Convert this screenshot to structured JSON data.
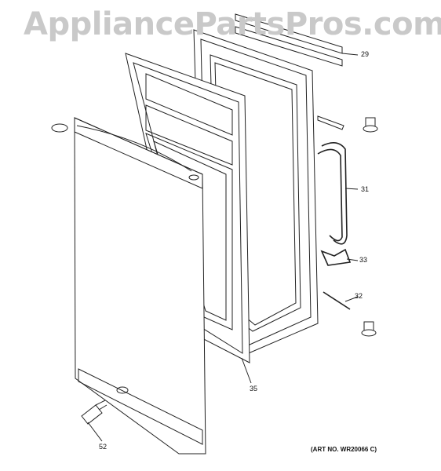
{
  "watermark": "AppliancePartsPros.com",
  "art_number": "(ART NO. WR20066 C)",
  "callouts": [
    {
      "id": "29",
      "label": "29"
    },
    {
      "id": "31",
      "label": "31"
    },
    {
      "id": "33",
      "label": "33"
    },
    {
      "id": "32",
      "label": "32"
    },
    {
      "id": "35",
      "label": "35"
    },
    {
      "id": "52",
      "label": "52"
    }
  ],
  "colors": {
    "line": "#222222",
    "watermark": "#c9c9c9",
    "background": "#ffffff"
  }
}
